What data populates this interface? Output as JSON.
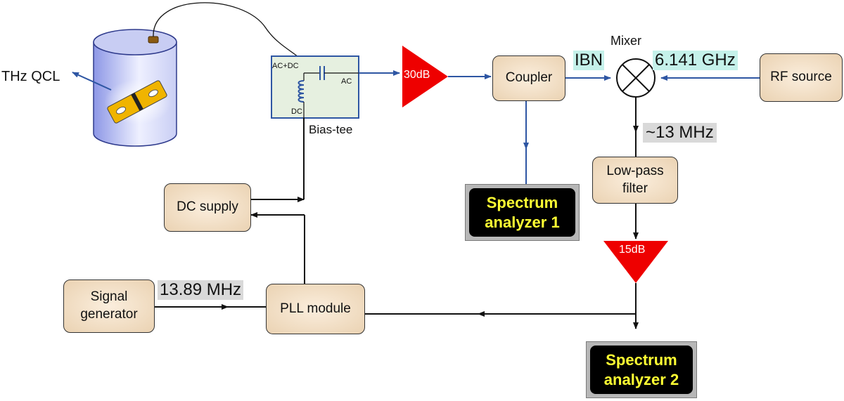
{
  "labels": {
    "thz_qcl": "THz QCL",
    "bias_tee": "Bias-tee",
    "bias_tee_acdc": "AC+DC",
    "bias_tee_ac": "AC",
    "bias_tee_dc": "DC",
    "mixer": "Mixer",
    "ibn": "IBN",
    "rf_freq": "6.141 GHz",
    "if_freq": "~13 MHz",
    "ref_freq": "13.89 MHz"
  },
  "blocks": {
    "coupler": "Coupler",
    "rf_source": "RF source",
    "low_pass_line1": "Low-pass",
    "low_pass_line2": "filter",
    "dc_supply": "DC supply",
    "signal_gen_line1": "Signal",
    "signal_gen_line2": "generator",
    "pll_module": "PLL module"
  },
  "amplifiers": {
    "amp1": "30dB",
    "amp2": "15dB"
  },
  "analyzers": {
    "sa1_line1": "Spectrum",
    "sa1_line2": "analyzer 1",
    "sa2_line1": "Spectrum",
    "sa2_line2": "analyzer 2"
  },
  "colors": {
    "rf_wire": "#2e56a3",
    "dc_wire": "#111111",
    "amplifier": "#ee0000",
    "highlight_cyan": "#c5f1ea",
    "highlight_gray": "#d9d9d9",
    "screen_text": "#ffff33"
  }
}
